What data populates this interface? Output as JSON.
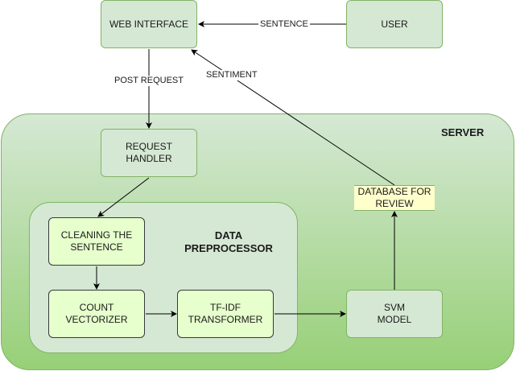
{
  "nodes": {
    "web_interface": "WEB INTERFACE",
    "user": "USER",
    "request_handler": "REQUEST\nHANDLER",
    "cleaning": "CLEANING THE\nSENTENCE",
    "count_vectorizer": "COUNT\nVECTORIZER",
    "tfidf": "TF-IDF\nTRANSFORMER",
    "svm": "SVM\nMODEL",
    "database": "DATABASE FOR\nREVIEW"
  },
  "regions": {
    "server": "SERVER",
    "data_preprocessor": "DATA\nPREPROCESSOR"
  },
  "edges": {
    "sentence": "SENTENCE",
    "post_request": "POST REQUEST",
    "sentiment": "SENTIMENT"
  },
  "colors": {
    "fill_light": "#d5e8d4",
    "fill_bright": "#e6ffcc",
    "fill_gradient_end": "#97d077",
    "stroke_green": "#82b366",
    "db_fill": "#ffffcc"
  }
}
